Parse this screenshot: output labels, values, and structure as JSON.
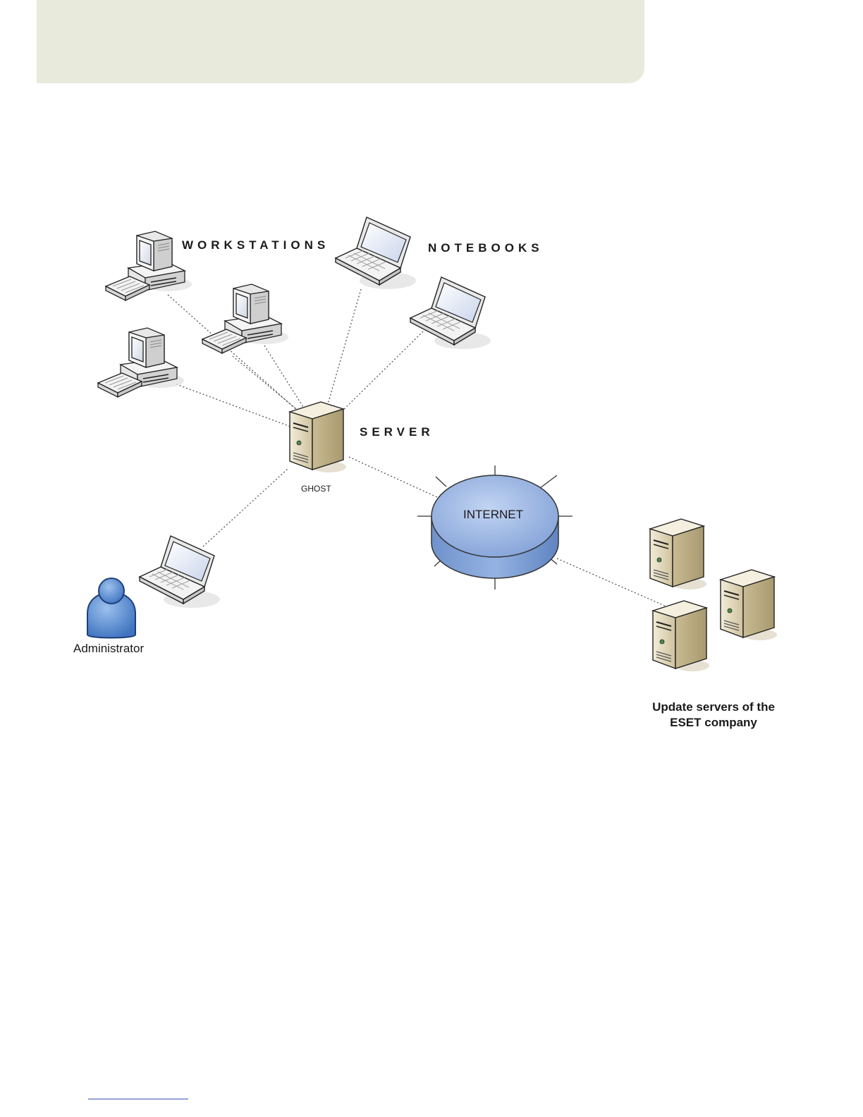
{
  "labels": {
    "workstations": "WORKSTATIONS",
    "notebooks": "NOTEBOOKS",
    "server": "SERVER",
    "server_name": "GHOST",
    "internet": "INTERNET",
    "administrator": "Administrator",
    "update_servers": "Update servers of the ESET company"
  },
  "icons": {
    "workstation": "desktop-computer-icon",
    "notebook": "laptop-icon",
    "server": "tower-server-icon",
    "internet": "cloud-cylinder-icon",
    "administrator": "user-person-icon"
  },
  "colors": {
    "header_band": "#e8ebdc",
    "internet_fill": "#8eaee0",
    "server_body": "#ddd2b4",
    "person_fill": "#5b8bd0",
    "connection_line": "#555555"
  }
}
